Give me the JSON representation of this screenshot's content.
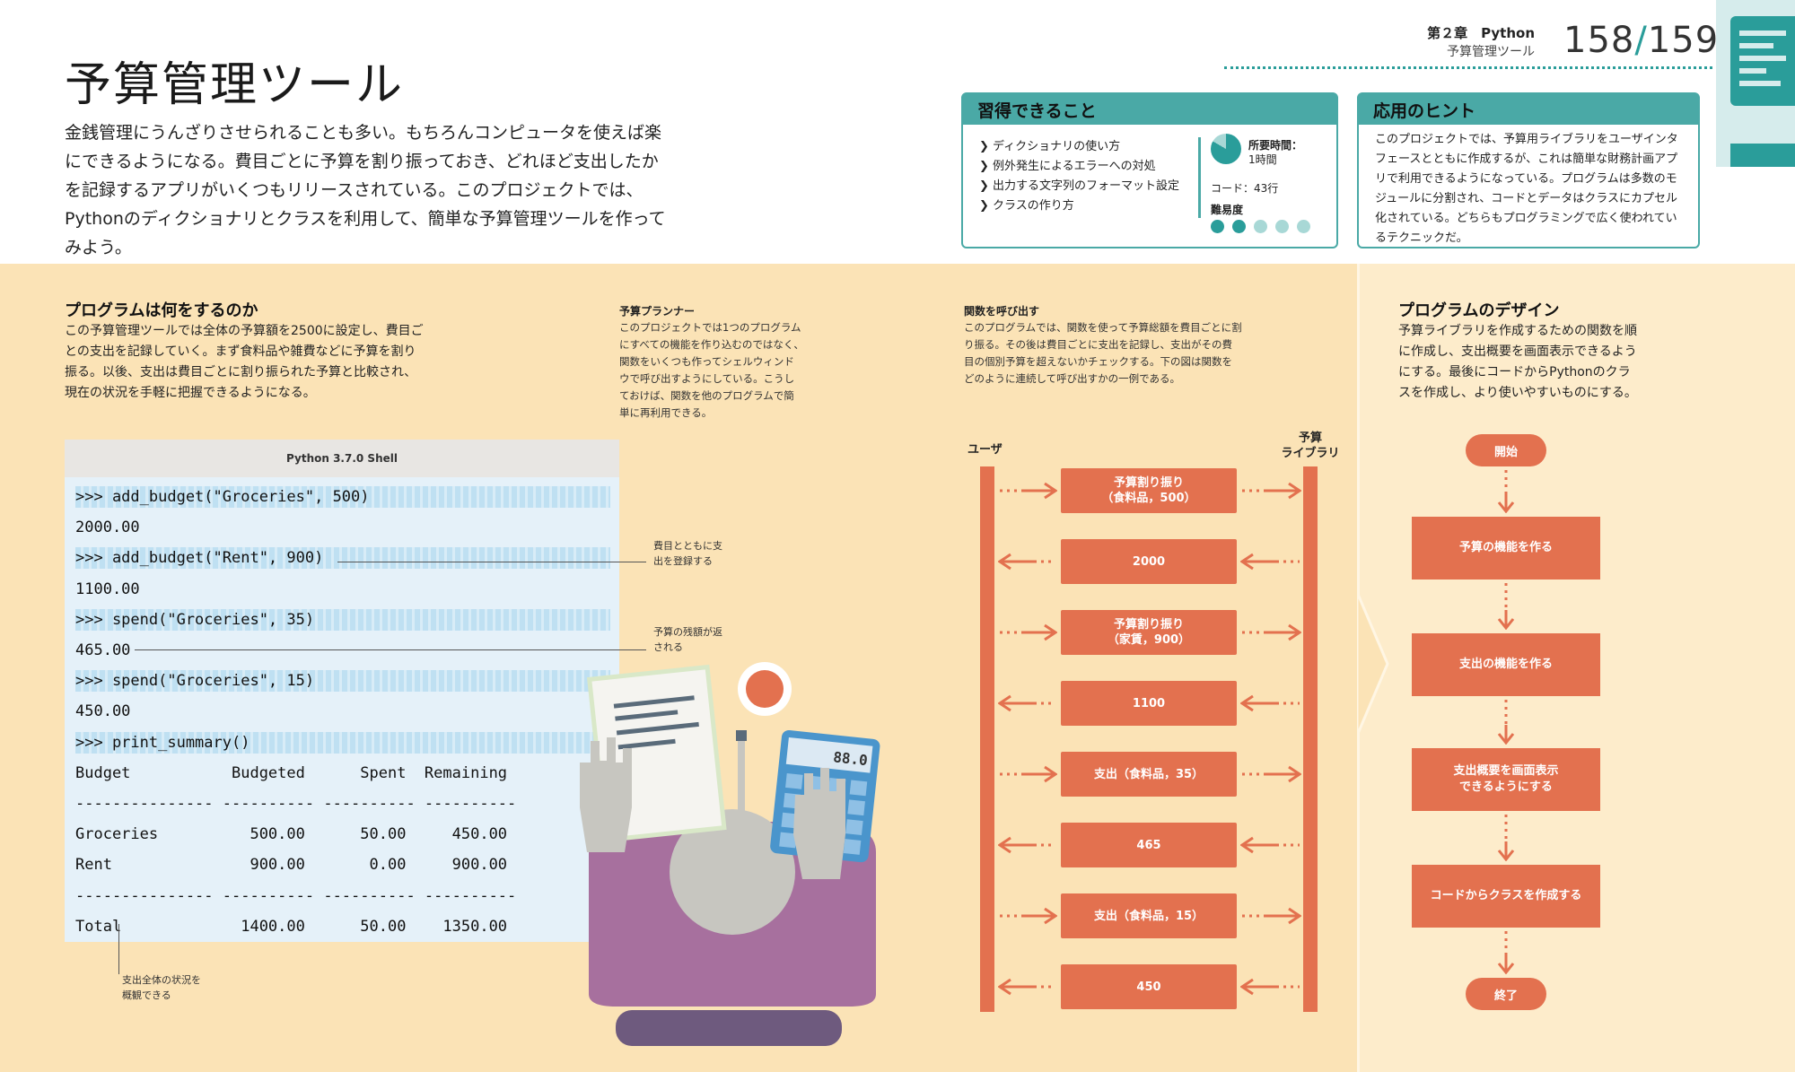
{
  "header": {
    "title": "予算管理ツール",
    "intro": "金銭管理にうんざりさせられることも多い。もちろんコンピュータを使えば楽にできるようになる。費目ごとに予算を割り振っておき、どれほど支出したかを記録するアプリがいくつもリリースされている。このプロジェクトでは、Pythonのディクショナリとクラスを利用して、簡単な予算管理ツールを作ってみよう。",
    "chapter": "第２章　Python",
    "chapter_sub": "予算管理ツール",
    "page_left": "158",
    "page_sep": "/",
    "page_right": "159"
  },
  "learn": {
    "heading": "習得できること",
    "items": [
      "ディクショナリの使い方",
      "例外発生によるエラーへの対処",
      "出力する文字列のフォーマット設定",
      "クラスの作り方"
    ],
    "time_label": "所要時間：",
    "time_value": "1時間",
    "code_label": "コード：43行",
    "difficulty_label": "難易度",
    "difficulty_level": 2,
    "difficulty_max": 5
  },
  "hint": {
    "heading": "応用のヒント",
    "text": "このプロジェクトでは、予算用ライブラリをユーザインタフェースとともに作成するが、これは簡単な財務計画アプリで利用できるようになっている。プログラムは多数のモジュールに分割され、コードとデータはクラスにカプセル化されている。どちらもプログラミングで広く使われているテクニックだ。"
  },
  "what": {
    "heading": "プログラムは何をするのか",
    "text": "この予算管理ツールでは全体の予算額を2500に設定し、費目ごとの支出を記録していく。まず食料品や雑費などに予算を割り振る。以後、支出は費目ごとに割り振られた予算と比較され、現在の状況を手軽に把握できるようになる。"
  },
  "planner": {
    "heading": "予算プランナー",
    "text": "このプロジェクトでは1つのプログラムにすべての機能を作り込むのではなく、関数をいくつも作ってシェルウィンドウで呼び出すようにしている。こうしておけば、関数を他のプログラムで簡単に再利用できる。"
  },
  "calling": {
    "heading": "関数を呼び出す",
    "text": "このプログラムでは、関数を使って予算総額を費目ごとに割り振る。その後は費目ごとに支出を記録し、支出がその費目の個別予算を超えないかチェックする。下の図は関数をどのように連続して呼び出すかの一例である。"
  },
  "design": {
    "heading": "プログラムのデザイン",
    "text": "予算ライブラリを作成するための関数を順に作成し、支出概要を画面表示できるようにする。最後にコードからPythonのクラスを作成し、より使いやすいものにする。"
  },
  "shell": {
    "title": "Python 3.7.0 Shell",
    "lines": [
      ">>> add_budget(\"Groceries\", 500)",
      "2000.00",
      ">>> add_budget(\"Rent\", 900)",
      "1100.00",
      ">>> spend(\"Groceries\", 35)",
      "465.00",
      ">>> spend(\"Groceries\", 15)",
      "450.00",
      ">>> print_summary()",
      "Budget           Budgeted      Spent  Remaining",
      "--------------- ---------- ---------- ----------",
      "Groceries          500.00      50.00     450.00",
      "Rent               900.00       0.00     900.00",
      "--------------- ---------- ---------- ----------",
      "Total             1400.00      50.00    1350.00"
    ],
    "callout_register": "費目とともに支出を登録する",
    "callout_remaining": "予算の残額が返される",
    "callout_summary": "支出全体の状況を概観できる",
    "calculator_display": "88.0"
  },
  "sequence": {
    "user_label": "ユーザ",
    "library_label": "予算\nライブラリ",
    "messages": [
      {
        "label": "予算割り振り\n（食料品，500）",
        "dir": "right"
      },
      {
        "label": "2000",
        "dir": "left"
      },
      {
        "label": "予算割り振り\n（家賃，900）",
        "dir": "right"
      },
      {
        "label": "1100",
        "dir": "left"
      },
      {
        "label": "支出（食料品，35）",
        "dir": "right"
      },
      {
        "label": "465",
        "dir": "left"
      },
      {
        "label": "支出（食料品，15）",
        "dir": "right"
      },
      {
        "label": "450",
        "dir": "left"
      }
    ]
  },
  "flow": {
    "start": "開始",
    "steps": [
      "予算の機能を作る",
      "支出の機能を作る",
      "支出概要を画面表示\nできるようにする",
      "コードからクラスを作成する"
    ],
    "end": "終了"
  },
  "colors": {
    "teal": "#2a9d9a",
    "orange": "#e3714f",
    "cream": "#fbe3b6",
    "shell": "#e5f1f9"
  }
}
